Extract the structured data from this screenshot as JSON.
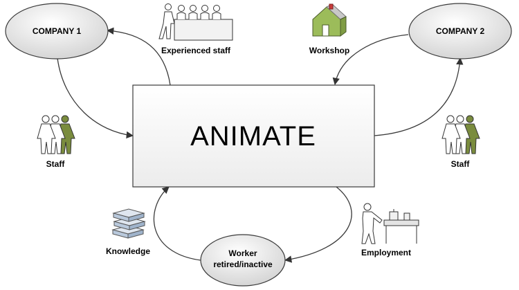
{
  "center": {
    "label": "ANIMATE"
  },
  "nodes": {
    "company_1": "COMPANY 1",
    "company_2": "COMPANY 2",
    "worker_line1": "Worker",
    "worker_line2": "retired/inactive"
  },
  "captions": {
    "experienced_staff": "Experienced staff",
    "workshop": "Workshop",
    "staff_left": "Staff",
    "staff_right": "Staff",
    "knowledge": "Knowledge",
    "employment": "Employment"
  },
  "icons": {
    "experienced_staff": "seated-group-icon",
    "workshop": "house-icon",
    "staff": "people-group-icon",
    "knowledge": "stack-of-books-icon",
    "employment": "worker-at-machine-icon"
  },
  "colors": {
    "ellipse_fill_light": "#ffffff",
    "ellipse_fill_dark": "#d6d6d6",
    "box_fill": "#f4f4f4",
    "stroke": "#3a3a3a",
    "accent_green": "#7a8c3e",
    "house_green": "#9cbc5a",
    "house_roof": "#c8c8c8",
    "book_blue": "#b9c9dc"
  }
}
